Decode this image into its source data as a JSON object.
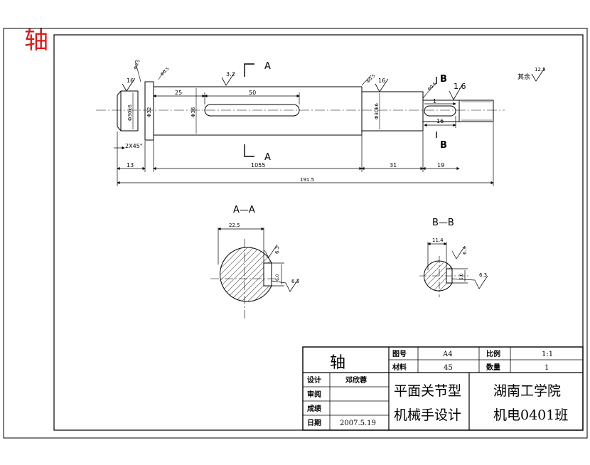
{
  "corner_title": "轴",
  "colors": {
    "line": "#000000",
    "accent": "#e01818",
    "hatch": "#000000"
  },
  "main_view": {
    "dims_top": {
      "d25": "25",
      "d50": "50",
      "d1": "1",
      "d16": "16",
      "d16r": "16"
    },
    "diameters": {
      "f1": "Φ30k6",
      "f2": "Φ32",
      "f3": "Φ36",
      "f4": "Φ30k6"
    },
    "chamfer": "2X45°",
    "section_a": "A",
    "section_b": "B",
    "roughness": {
      "r1": "1.6",
      "r2": "3.2",
      "r3": "1.6",
      "r4": "12.5",
      "others": "其余"
    },
    "dims_bottom": {
      "d13": "13",
      "d1055": "1055",
      "d31": "31",
      "d19": "19",
      "d1915": "191.5"
    },
    "leaders": {
      "l1": "Φ0.5",
      "l2": "Φ0.5",
      "l3": "Φ0.5",
      "l4": "Φ0.5"
    }
  },
  "section_aa": {
    "title": "A—A",
    "width": "22.5",
    "keyw": "6.0",
    "rough1": "6.3",
    "rough2": "6.3"
  },
  "section_bb": {
    "title": "B—B",
    "width": "11.4",
    "keyw": "5.0",
    "rough1": "6.3",
    "rough2": "6.3"
  },
  "title_block": {
    "part_name": "轴",
    "drawing_no_label": "图号",
    "drawing_no": "A4",
    "scale_label": "比例",
    "scale": "1:1",
    "material_label": "材料",
    "material": "45",
    "qty_label": "数量",
    "qty": "1",
    "design_label": "设计",
    "designer": "邓欣蓉",
    "review_label": "审阅",
    "grade_label": "成绩",
    "date_label": "日期",
    "date": "2007.5.19",
    "project_line1": "平面关节型",
    "project_line2": "机械手设计",
    "school_line1": "湖南工学院",
    "school_line2": "机电0401班"
  }
}
